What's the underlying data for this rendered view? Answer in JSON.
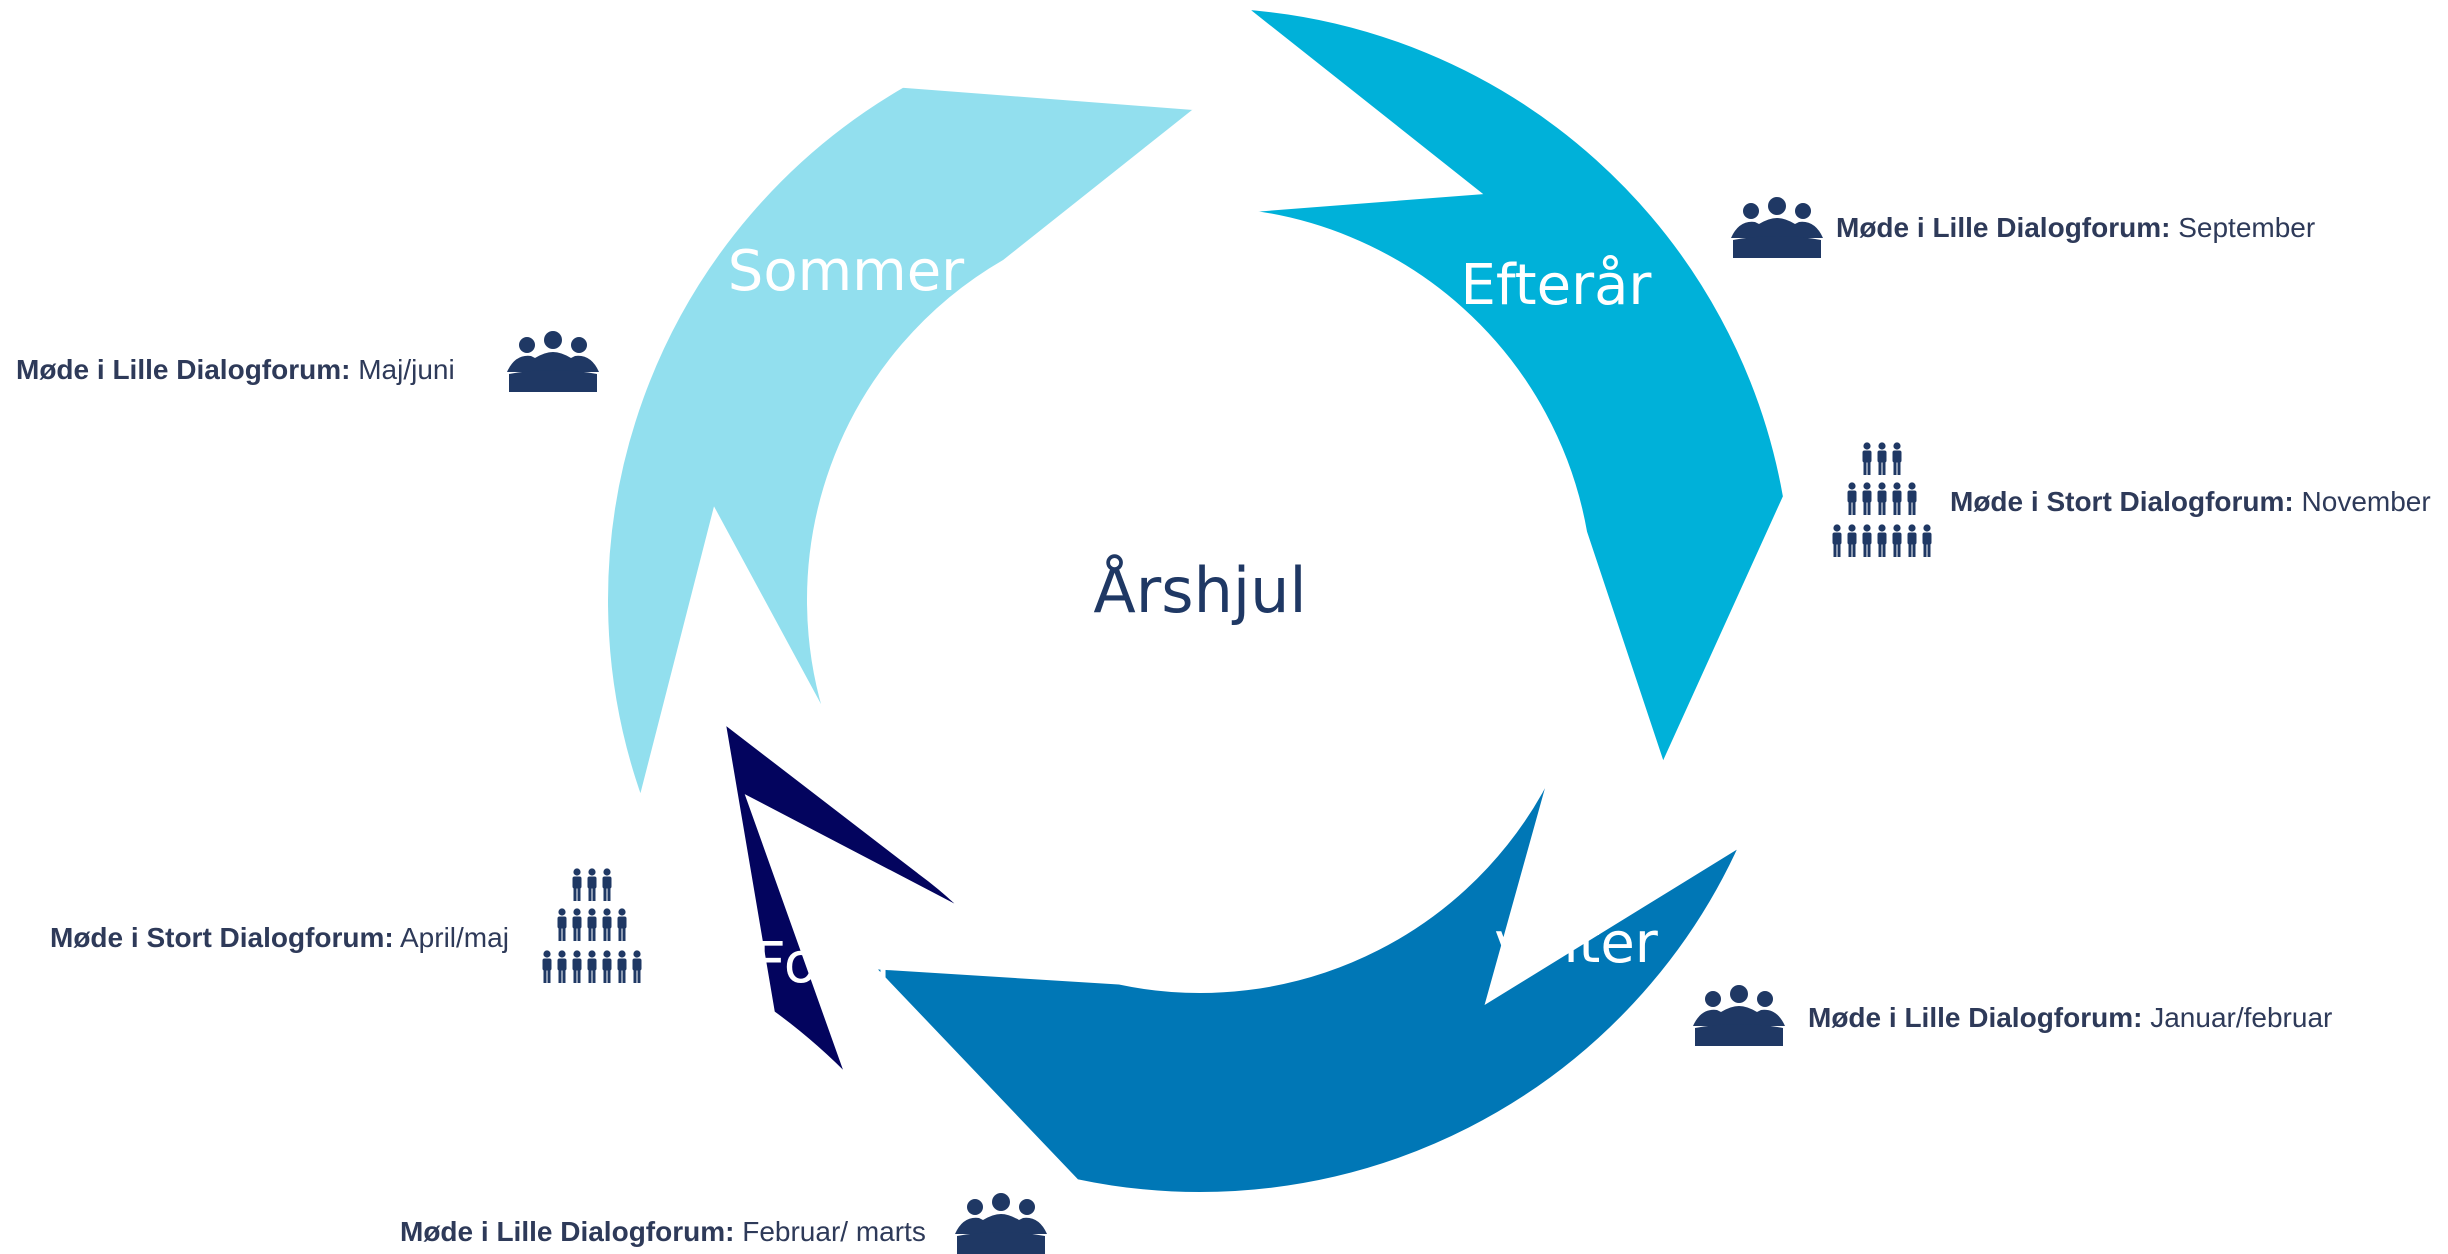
{
  "diagram": {
    "center_title": "Årshjul",
    "segments": [
      {
        "id": "sommer",
        "label": "Sommer",
        "color": "#92dfee"
      },
      {
        "id": "efteraar",
        "label": "Efterår",
        "color": "#00b1d9"
      },
      {
        "id": "vinter",
        "label": "vinter",
        "color": "#0077b6"
      },
      {
        "id": "foraar",
        "label": "Forår",
        "color": "#03045e"
      }
    ]
  },
  "annotations": [
    {
      "id": "sep",
      "bold": "Møde i Lille Dialogforum:",
      "text": " September",
      "icon": "small-group-icon"
    },
    {
      "id": "nov",
      "bold": "Møde i Stort Dialogforum:",
      "text": " November",
      "icon": "large-group-icon"
    },
    {
      "id": "jan",
      "bold": "Møde i Lille Dialogforum:",
      "text": " Januar/februar",
      "icon": "small-group-icon"
    },
    {
      "id": "feb",
      "bold": "Møde i Lille Dialogforum:",
      "text": " Februar/ marts",
      "icon": "small-group-icon"
    },
    {
      "id": "apr",
      "bold": "Møde i Stort Dialogforum:",
      "text": " April/maj",
      "icon": "large-group-icon"
    },
    {
      "id": "maj",
      "bold": "Møde i Lille Dialogforum:",
      "text": " Maj/juni",
      "icon": "small-group-icon"
    }
  ],
  "colors": {
    "icon": "#1f3864",
    "text": "#2e3a59"
  }
}
